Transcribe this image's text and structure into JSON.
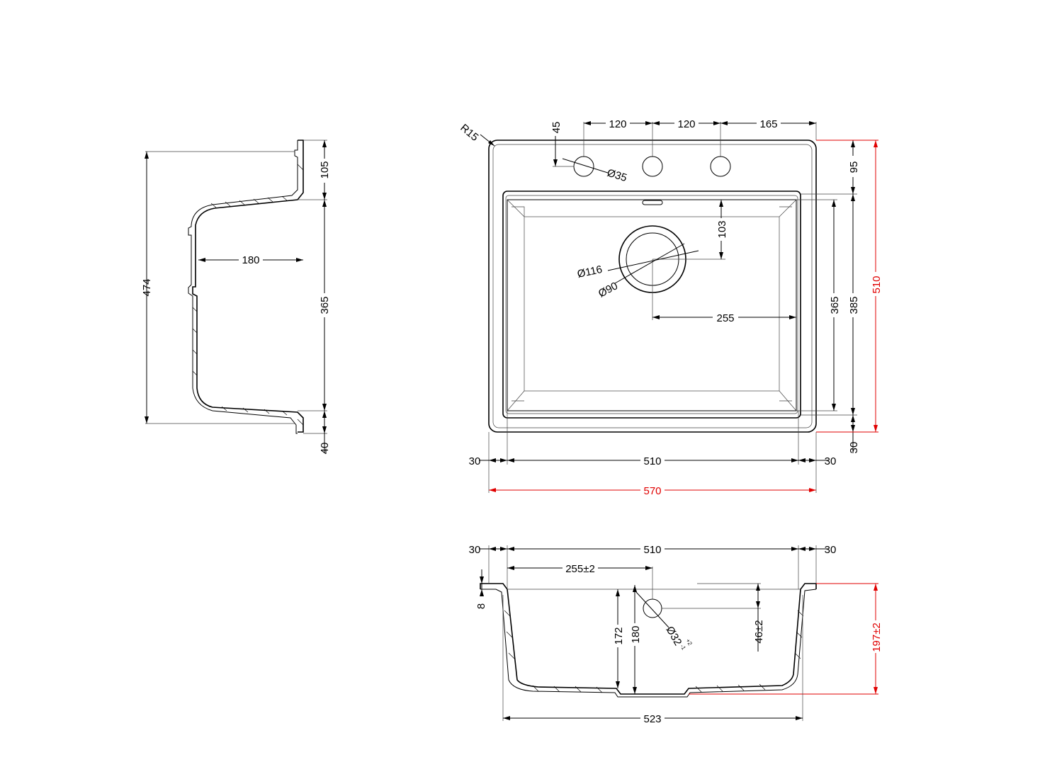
{
  "side_view": {
    "dim_474": "474",
    "dim_105": "105",
    "dim_180": "180",
    "dim_365": "365",
    "dim_40": "40"
  },
  "top_view": {
    "radius": "R15",
    "hole_offset": "45",
    "hole_spacing_1": "120",
    "hole_spacing_2": "120",
    "hole_spacing_3": "165",
    "hole_diameter": "Ø35",
    "rim_depth": "95",
    "drain_offset": "103",
    "drain_outer": "Ø116",
    "drain_inner": "Ø90",
    "drain_horizontal": "255",
    "bowl_depth_inner": "365",
    "bowl_depth_outer": "385",
    "overall_depth": "510",
    "front_rim": "30",
    "left_rim": "30",
    "bowl_width": "510",
    "right_rim": "30",
    "overall_width": "570"
  },
  "front_view": {
    "left_rim": "30",
    "bowl_width": "510",
    "right_rim": "30",
    "drain_offset": "255±2",
    "lip_thickness": "8",
    "depth_172": "172",
    "depth_180": "180",
    "overflow_dia": "Ø32",
    "overflow_sup": "+2",
    "overflow_sub": "-1",
    "overflow_height": "46±2",
    "overall_height": "197±2",
    "bottom_width": "523"
  },
  "colors": {
    "line": "#000000",
    "overall_dims": "#e00000"
  }
}
